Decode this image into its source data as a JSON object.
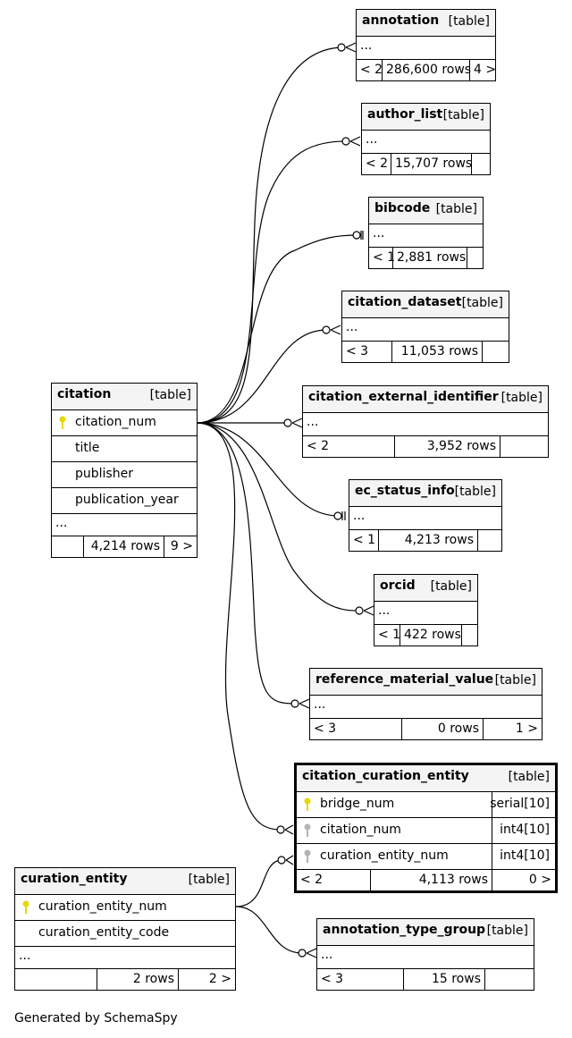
{
  "tables": {
    "annotation": {
      "name": "annotation",
      "type": "[table]",
      "ellipsis": "...",
      "parents": "< 2",
      "rows": "286,600 rows",
      "children": "4 >"
    },
    "author_list": {
      "name": "author_list",
      "type": "[table]",
      "ellipsis": "...",
      "parents": "< 2",
      "rows": "15,707 rows",
      "children": ""
    },
    "bibcode": {
      "name": "bibcode",
      "type": "[table]",
      "ellipsis": "...",
      "parents": "< 1",
      "rows": "2,881 rows",
      "children": ""
    },
    "citation_dataset": {
      "name": "citation_dataset",
      "type": "[table]",
      "ellipsis": "...",
      "parents": "< 3",
      "rows": "11,053 rows",
      "children": ""
    },
    "citation_external_identifier": {
      "name": "citation_external_identifier",
      "type": "[table]",
      "ellipsis": "...",
      "parents": "< 2",
      "rows": "3,952 rows",
      "children": ""
    },
    "ec_status_info": {
      "name": "ec_status_info",
      "type": "[table]",
      "ellipsis": "...",
      "parents": "< 1",
      "rows": "4,213 rows",
      "children": ""
    },
    "orcid": {
      "name": "orcid",
      "type": "[table]",
      "ellipsis": "...",
      "parents": "< 1",
      "rows": "422 rows",
      "children": ""
    },
    "reference_material_value": {
      "name": "reference_material_value",
      "type": "[table]",
      "ellipsis": "...",
      "parents": "< 3",
      "rows": "0 rows",
      "children": "1 >"
    },
    "citation": {
      "name": "citation",
      "type": "[table]",
      "columns": [
        "citation_num",
        "title",
        "publisher",
        "publication_year"
      ],
      "ellipsis": "...",
      "parents": "",
      "rows": "4,214 rows",
      "children": "9 >"
    },
    "citation_curation_entity": {
      "name": "citation_curation_entity",
      "type": "[table]",
      "columns": [
        {
          "name": "bridge_num",
          "type": "serial[10]"
        },
        {
          "name": "citation_num",
          "type": "int4[10]"
        },
        {
          "name": "curation_entity_num",
          "type": "int4[10]"
        }
      ],
      "parents": "< 2",
      "rows": "4,113 rows",
      "children": "0 >"
    },
    "curation_entity": {
      "name": "curation_entity",
      "type": "[table]",
      "columns": [
        "curation_entity_num",
        "curation_entity_code"
      ],
      "ellipsis": "...",
      "parents": "",
      "rows": "2 rows",
      "children": "2 >"
    },
    "annotation_type_group": {
      "name": "annotation_type_group",
      "type": "[table]",
      "ellipsis": "...",
      "parents": "< 3",
      "rows": "15 rows",
      "children": ""
    }
  },
  "credit": "Generated by SchemaSpy",
  "colors": {
    "primary_key": "#e6d800",
    "foreign_key": "#b4b4b4",
    "header_bg": "#f4f4f4"
  }
}
